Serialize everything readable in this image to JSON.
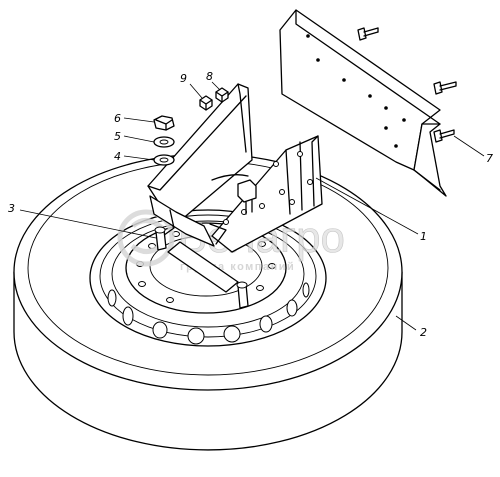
{
  "callouts": {
    "c1": "1",
    "c2": "2",
    "c3": "3",
    "c4": "4",
    "c5": "5",
    "c6": "6",
    "c7": "7",
    "c8": "8",
    "c9": "9"
  },
  "watermark": {
    "brand": "Белагро",
    "tagline": "группа компаний",
    "colors": {
      "watermark": "#d6d6d6",
      "lines": "#000000"
    }
  }
}
